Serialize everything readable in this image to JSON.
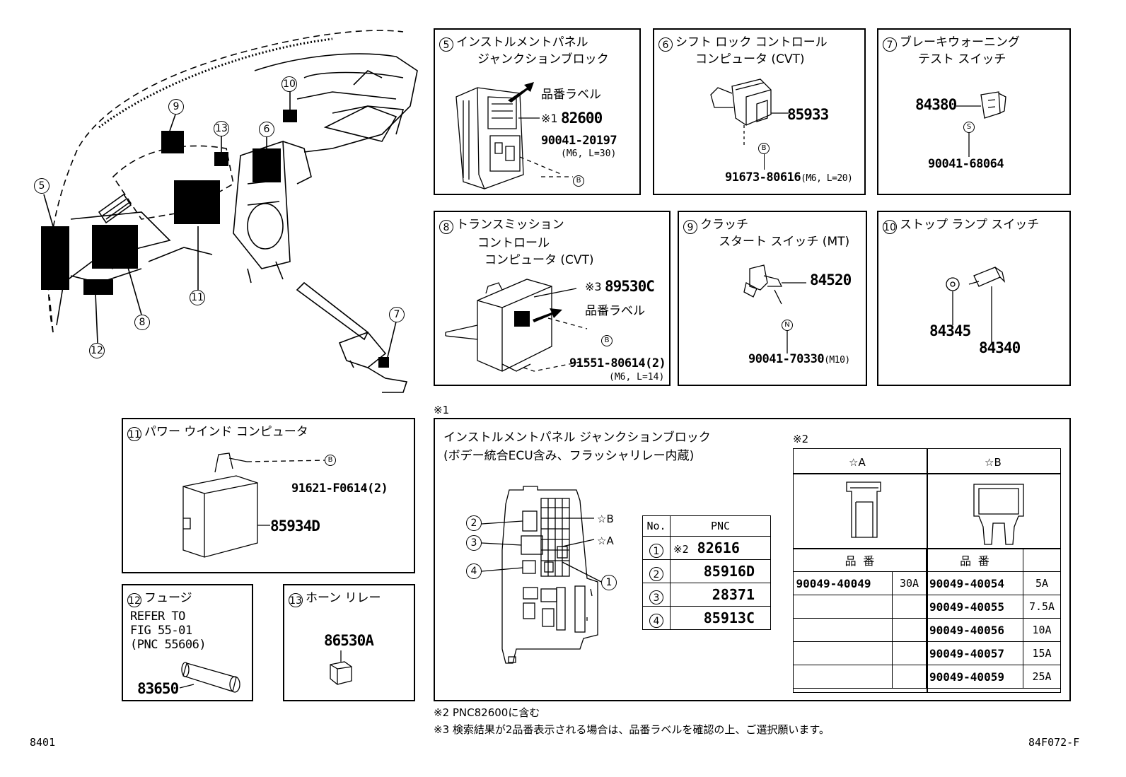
{
  "callouts_main": {
    "c5": "5",
    "c6": "6",
    "c7": "7",
    "c8": "8",
    "c9": "9",
    "c10": "10",
    "c11": "11",
    "c12": "12",
    "c13": "13"
  },
  "p5": {
    "num": "5",
    "title1": "インストルメントパネル",
    "title2": "ジャンクションブロック",
    "label": "品番ラベル",
    "ref": "※1",
    "pn_main": "82600",
    "pn_bolt": "90041-20197",
    "bolt_spec": "(M6, L=30)",
    "b": "B"
  },
  "p6": {
    "num": "6",
    "title1": "シフト ロック コントロール",
    "title2": "コンピュータ (CVT)",
    "pn_main": "85933",
    "pn_bolt": "91673-80616",
    "bolt_spec": "(M6, L=20)",
    "b": "B"
  },
  "p7": {
    "num": "7",
    "title1": "ブレーキウォーニング",
    "title2": "テスト スイッチ",
    "pn_main": "84380",
    "pn_bolt": "90041-68064",
    "s": "S"
  },
  "p8": {
    "num": "8",
    "title1": "トランスミッション",
    "title2": "コントロール",
    "title3": "コンピュータ (CVT)",
    "ref": "※3",
    "pn_main": "89530C",
    "label": "品番ラベル",
    "pn_bolt": "91551-80614(2)",
    "bolt_spec": "(M6, L=14)",
    "b": "B"
  },
  "p9": {
    "num": "9",
    "title1": "クラッチ",
    "title2": "スタート スイッチ (MT)",
    "pn_main": "84520",
    "pn_bolt": "90041-70330",
    "bolt_spec": "(M10)",
    "n": "N"
  },
  "p10": {
    "num": "10",
    "title1": "ストップ ランプ スイッチ",
    "pn_a": "84345",
    "pn_b": "84340"
  },
  "p11": {
    "num": "11",
    "title1": "パワー ウインド コンピュータ",
    "pn_bolt": "91621-F0614(2)",
    "pn_main": "85934D",
    "b": "B"
  },
  "p12": {
    "num": "12",
    "title1": "フュージ",
    "ref1": "REFER TO",
    "ref2": "FIG 55-01",
    "ref3": "(PNC 55606)",
    "pn_main": "83650"
  },
  "p13": {
    "num": "13",
    "title1": "ホーン リレー",
    "pn_main": "86530A"
  },
  "note1": {
    "mark": "※1",
    "title1": "インストルメントパネル ジャンクションブロック",
    "title2": "(ボデー統合ECU含み、フラッシャリレー内蔵)",
    "star_a": "☆A",
    "star_b": "☆B",
    "c1": "1",
    "c2": "2",
    "c3": "3",
    "c4": "4"
  },
  "pnc_table": {
    "h_no": "No.",
    "h_pnc": "PNC",
    "rows": [
      {
        "no": "1",
        "ref": "※2",
        "pnc": "82616"
      },
      {
        "no": "2",
        "ref": "",
        "pnc": "85916D"
      },
      {
        "no": "3",
        "ref": "",
        "pnc": "28371"
      },
      {
        "no": "4",
        "ref": "",
        "pnc": "85913C"
      }
    ]
  },
  "fuse_table": {
    "mark": "※2",
    "h_a": "☆A",
    "h_b": "☆B",
    "col_label_a": "品 番",
    "col_label_b": "品 番",
    "a_rows": [
      {
        "pn": "90049-40049",
        "amp": "30A"
      }
    ],
    "b_rows": [
      {
        "pn": "90049-40054",
        "amp": "5A"
      },
      {
        "pn": "90049-40055",
        "amp": "7.5A"
      },
      {
        "pn": "90049-40056",
        "amp": "10A"
      },
      {
        "pn": "90049-40057",
        "amp": "15A"
      },
      {
        "pn": "90049-40059",
        "amp": "25A"
      }
    ]
  },
  "footnotes": {
    "f2": "※2 PNC82600に含む",
    "f3": "※3 検索結果が2品番表示される場合は、品番ラベルを確認の上、ご選択願います。"
  },
  "page_code_left": "8401",
  "page_code_right": "84F072-F"
}
